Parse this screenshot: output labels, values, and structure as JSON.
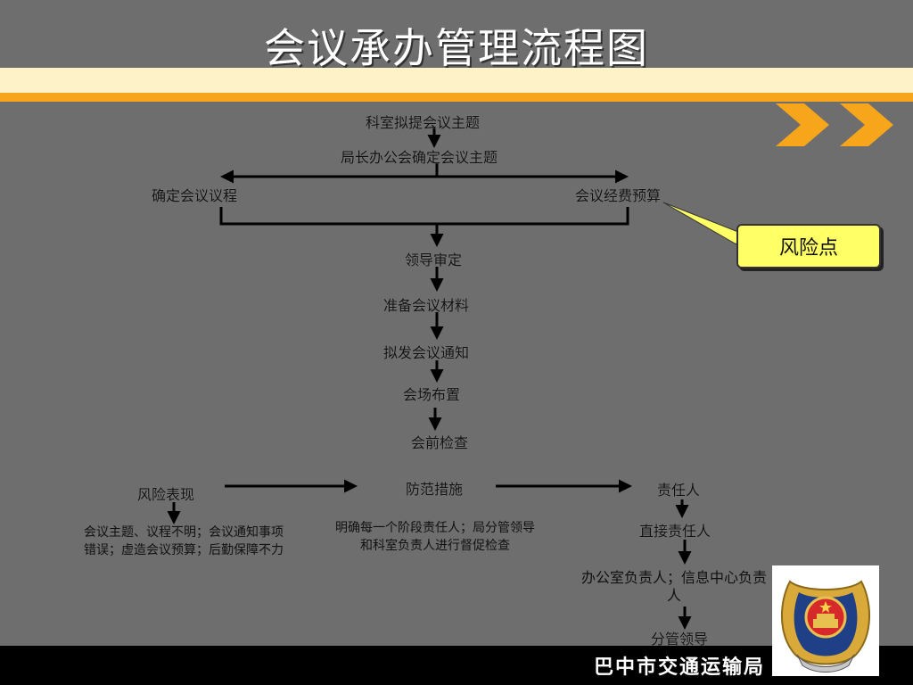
{
  "title": "会议承办管理流程图",
  "flow": {
    "step1": "科室拟提会议主题",
    "step2": "局长办公会确定会议主题",
    "left_branch": "确定会议议程",
    "right_branch": "会议经费预算",
    "step3": "领导审定",
    "step4": "准备会议材料",
    "step5": "拟发会议通知",
    "step6": "会场布置",
    "step7": "会前检查"
  },
  "callout": {
    "label": "风险点"
  },
  "risk": {
    "heading_manifest": "风险表现",
    "heading_measures": "防范措施",
    "heading_responsible": "责任人",
    "manifest_text": "会议主题、议程不明；会议通知事项错误；虚造会议预算；后勤保障不力",
    "measures_text": "明确每一个阶段责任人；局分管领导和科室负责人进行督促检查",
    "responsible_direct": "直接责任人",
    "responsible_office": "办公室负责人；信息中心负责人",
    "responsible_leader": "分管领导"
  },
  "footer": {
    "org": "巴中市交通运输局"
  },
  "colors": {
    "background": "#6e6e6e",
    "band_light": "#fef3c8",
    "band_orange": "#f7a51a",
    "callout": "#ffff66"
  }
}
